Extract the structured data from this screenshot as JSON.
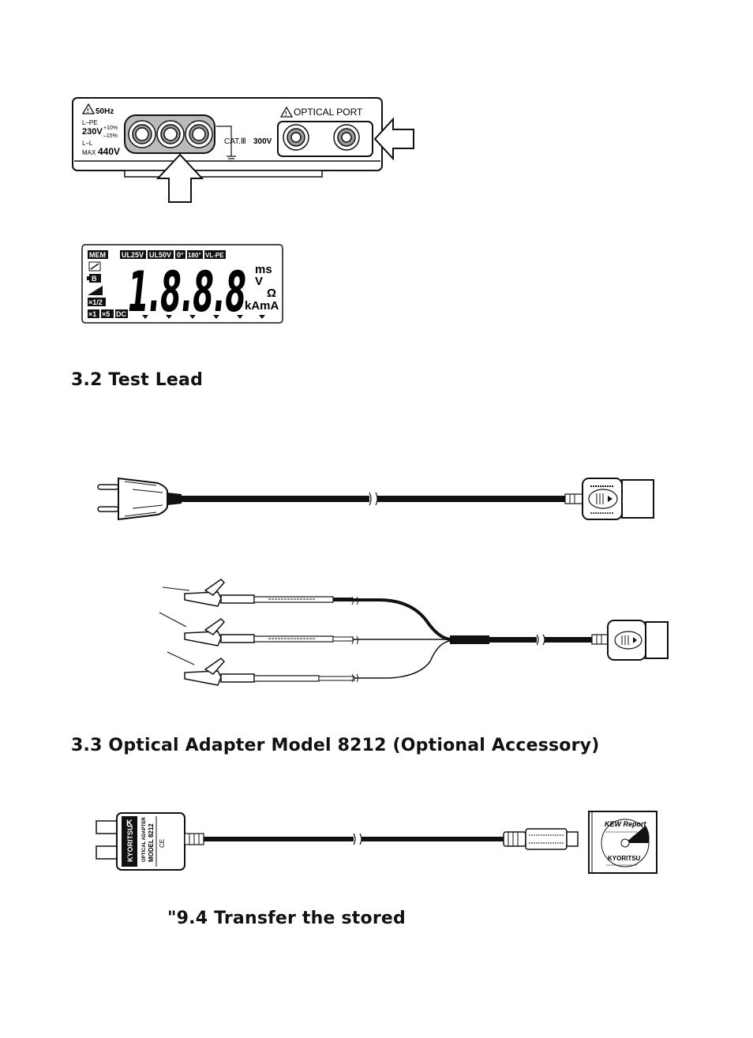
{
  "terminal_panel": {
    "freq": "50Hz",
    "lpe_label": "L–PE",
    "voltage": "230V",
    "tol_plus": "+10%",
    "tol_minus": "–15%",
    "ll_label": "L–L",
    "max_prefix": "MAX",
    "max_value": "440V",
    "cat_label": "CAT.Ⅲ",
    "cat_voltage": "300V",
    "optical_port": "OPTICAL PORT"
  },
  "lcd": {
    "mem": "MEM",
    "b_label": "B",
    "half": "×1/2",
    "x1": "×1",
    "x5": "×5",
    "dc": "DC",
    "top_badges": [
      "UL25V",
      "UL50V",
      "0°",
      "180°",
      "VL-PE"
    ],
    "digits": "1.8.8.8",
    "ms": "ms",
    "v": "V",
    "ohm": "Ω",
    "kama": "kAmA"
  },
  "sections": {
    "test_lead": "3.2 Test Lead",
    "optical_adapter": "3.3 Optical Adapter Model 8212 (Optional Accessory)",
    "transfer_ref": "\"9.4 Transfer the stored"
  },
  "adapter": {
    "brand": "KYORITSU",
    "line1": "OPTICAL ADAPTER",
    "line2": "MODEL 8212",
    "ce": "CE"
  },
  "cd": {
    "title": "KEW Report",
    "brand": "KYORITSU"
  }
}
